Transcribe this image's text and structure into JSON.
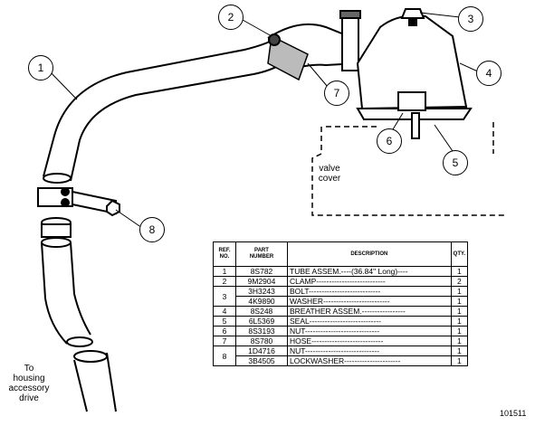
{
  "callouts": [
    "1",
    "2",
    "3",
    "4",
    "5",
    "6",
    "7",
    "8"
  ],
  "labels": {
    "valve_cover": [
      "valve",
      "cover"
    ],
    "to_housing": [
      "To",
      "housing",
      "accessory",
      "drive"
    ]
  },
  "table": {
    "headers": {
      "ref": [
        "REF.",
        "NO."
      ],
      "part": [
        "PART",
        "NUMBER"
      ],
      "desc": "DESCRIPTION",
      "qty": "QTY."
    },
    "rows": [
      {
        "ref": "1",
        "part": "8S782",
        "desc": "TUBE ASSEM.----(36.84\" Long)----",
        "qty": "1"
      },
      {
        "ref": "2",
        "part": "9M2904",
        "desc": "CLAMP---------------------------",
        "qty": "2"
      },
      {
        "ref": "3",
        "part": "3H3243",
        "desc": "BOLT----------------------------",
        "qty": "1"
      },
      {
        "ref": "",
        "part": "4K9890",
        "desc": "WASHER--------------------------",
        "qty": "1"
      },
      {
        "ref": "4",
        "part": "8S248",
        "desc": "BREATHER ASSEM.-----------------",
        "qty": "1"
      },
      {
        "ref": "5",
        "part": "6L5369",
        "desc": "SEAL----------------------------",
        "qty": "1"
      },
      {
        "ref": "6",
        "part": "8S3193",
        "desc": "NUT-----------------------------",
        "qty": "1"
      },
      {
        "ref": "7",
        "part": "8S780",
        "desc": "HOSE----------------------------",
        "qty": "1"
      },
      {
        "ref": "8",
        "part": "1D4716",
        "desc": "NUT-----------------------------",
        "qty": "1"
      },
      {
        "ref": "",
        "part": "3B4505",
        "desc": "LOCKWASHER----------------------",
        "qty": "1"
      }
    ]
  },
  "figure_number": "101511"
}
